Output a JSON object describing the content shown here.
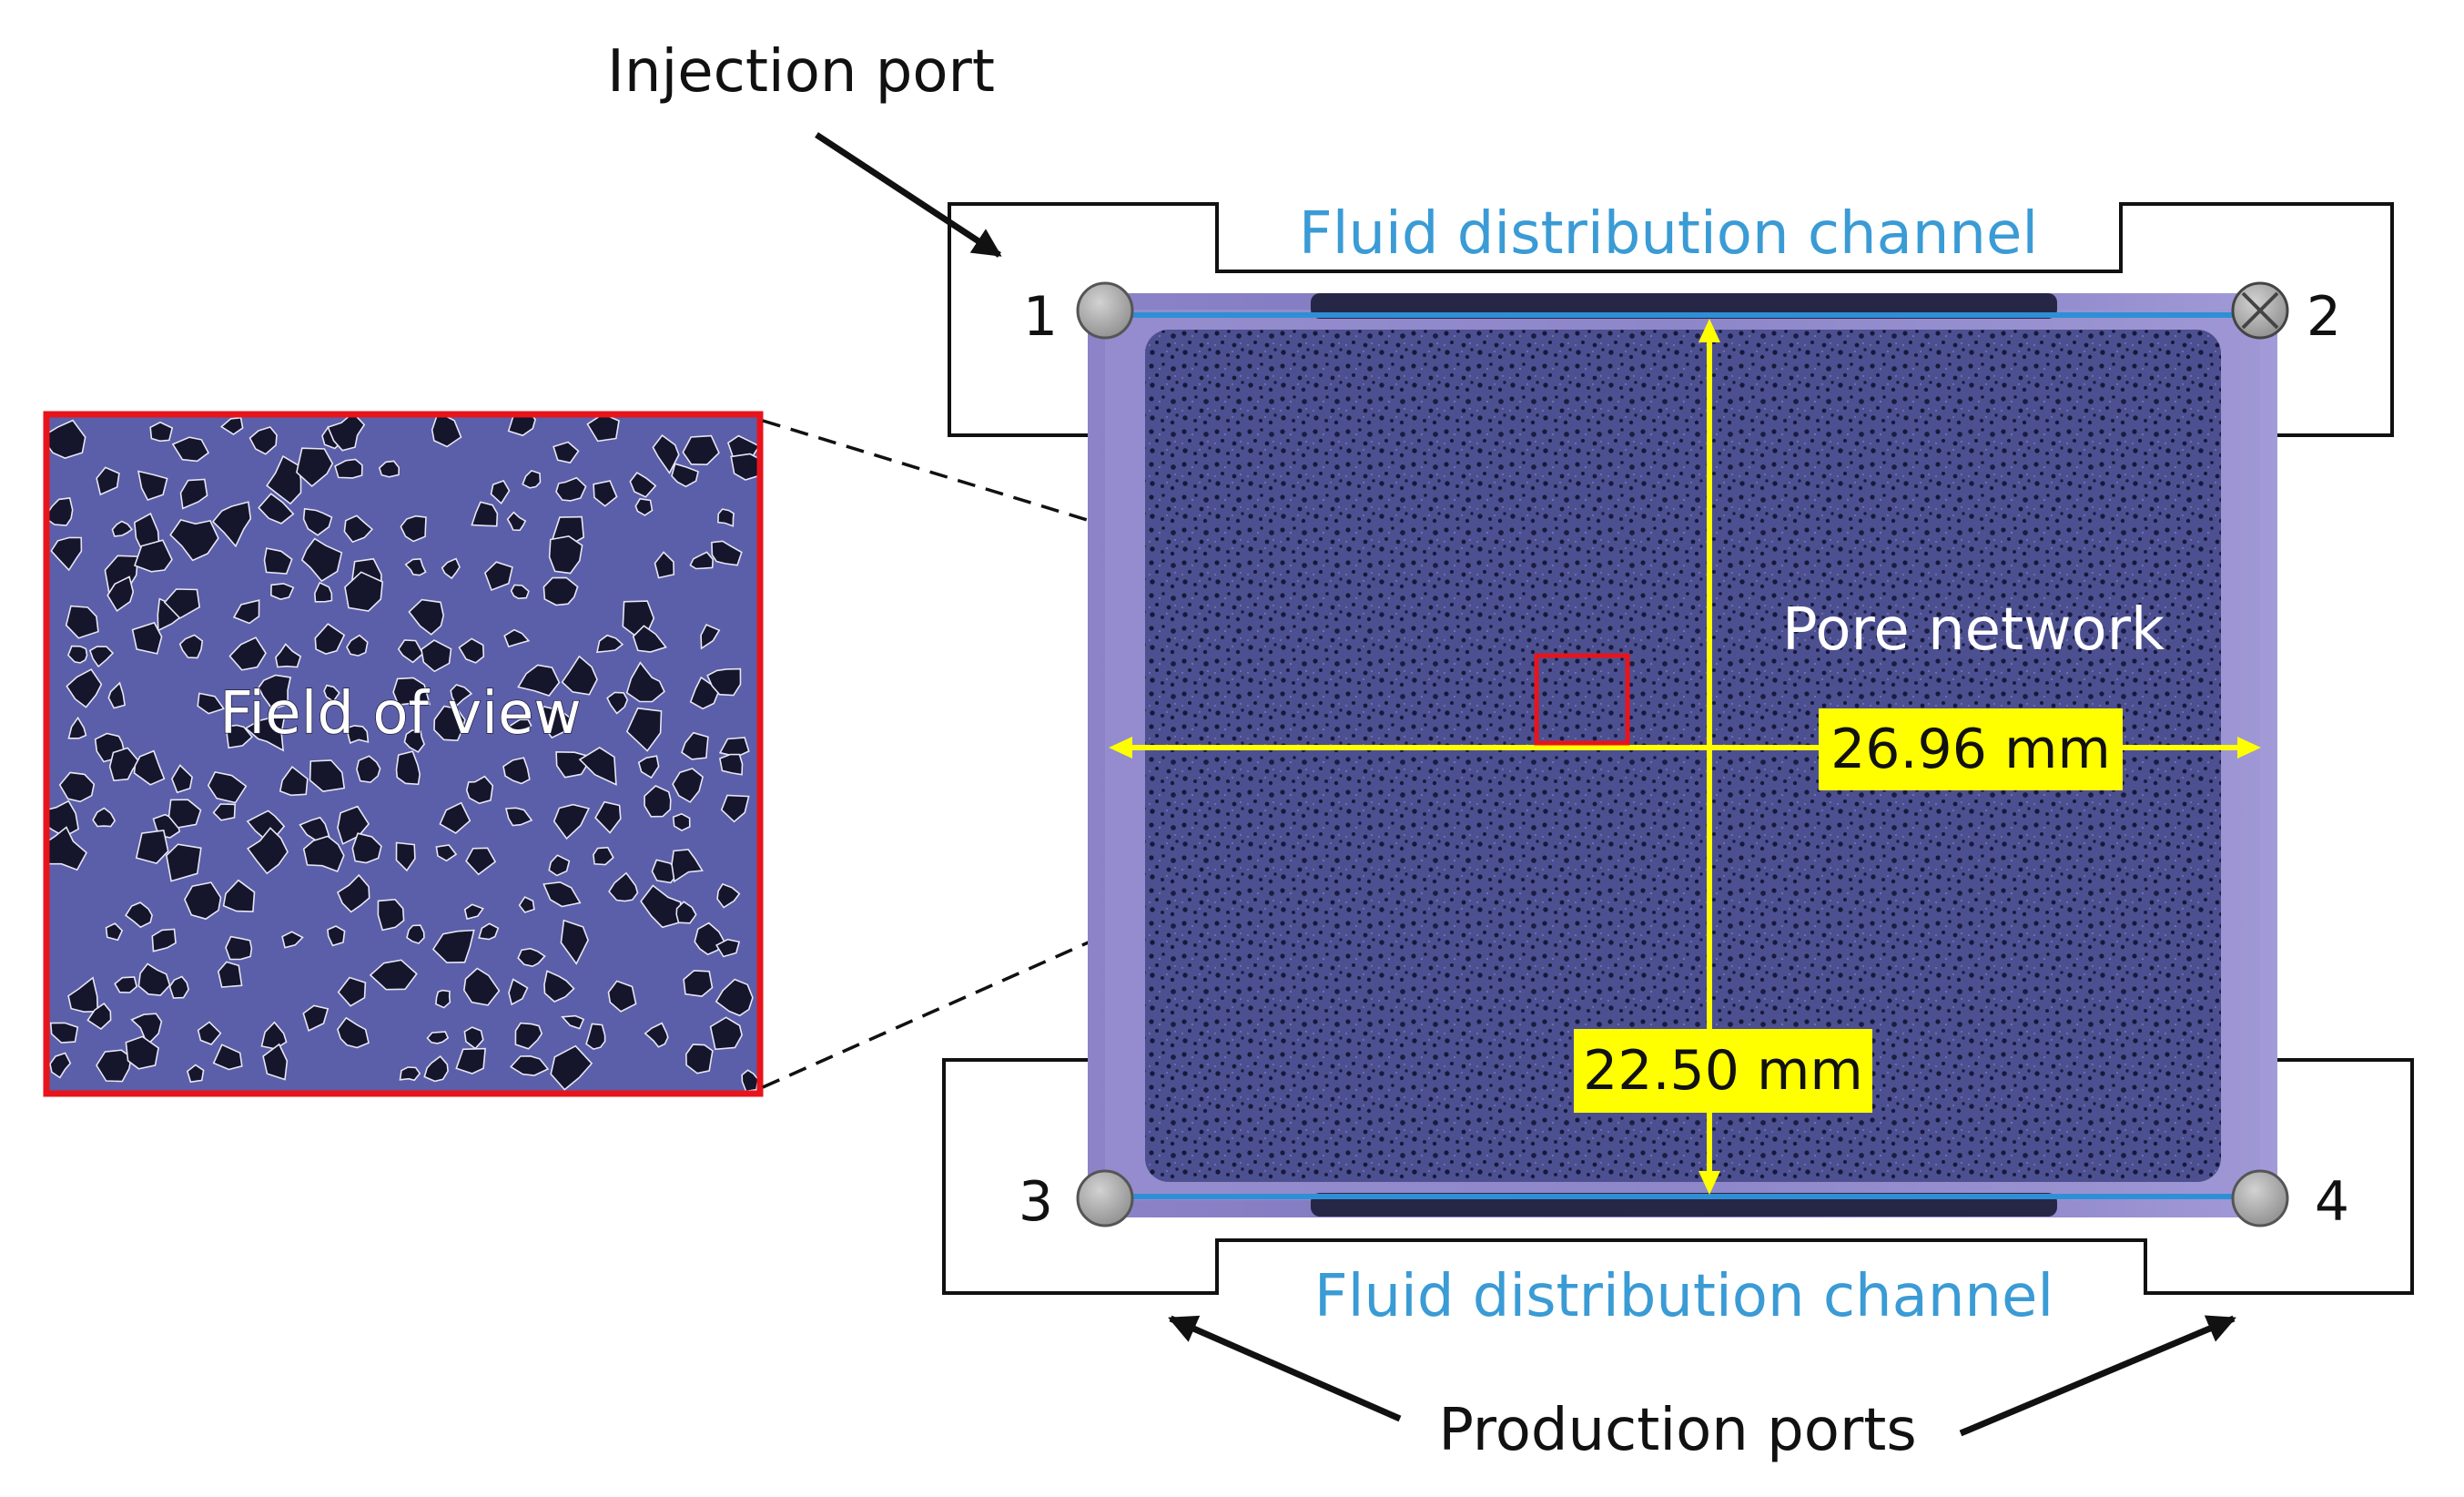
{
  "labels": {
    "injection_port": "Injection port",
    "channel_top": "Fluid distribution channel",
    "channel_bottom": "Fluid distribution channel",
    "pore_network": "Pore network",
    "field_of_view": "Field of view",
    "width_dimension": "26.96 mm",
    "height_dimension": "22.50 mm",
    "production_ports": "Production ports"
  },
  "ports": [
    {
      "label": "1",
      "state": "open"
    },
    {
      "label": "2",
      "state": "closed"
    },
    {
      "label": "3",
      "state": "open"
    },
    {
      "label": "4",
      "state": "open"
    }
  ],
  "colors": {
    "channel_text": "#3a9bd5",
    "dimension_line": "#ffff00",
    "dimension_box": "#ffff00",
    "highlight_frame": "#e8141c",
    "pore_medium": "#5b5ea8",
    "grain": "#15152b",
    "outline": "#111111"
  }
}
